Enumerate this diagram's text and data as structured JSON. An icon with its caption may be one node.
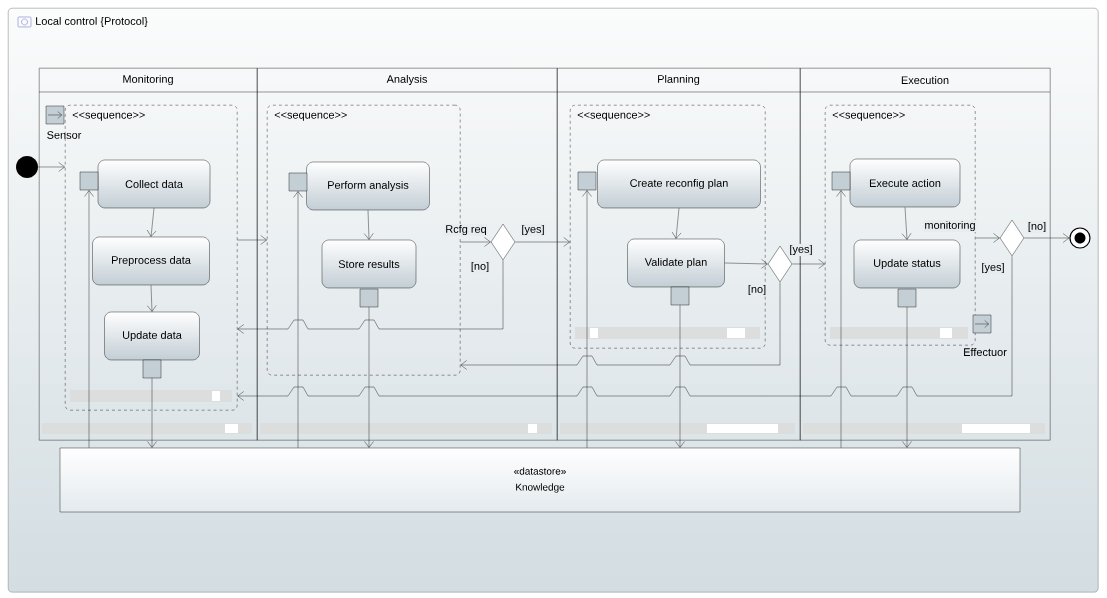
{
  "diagram": {
    "nodes": [
      {
        "text": [
          "Local control {Protocol}"
        ]
      },
      {
        "text": [
          "Monitoring"
        ],
        "in": 0
      },
      {
        "text": [
          "Analysis"
        ],
        "in": 0
      },
      {
        "text": [
          "Planning"
        ],
        "in": 0
      },
      {
        "text": [
          "Execution"
        ],
        "in": 0
      },
      {
        "text": [
          "<<sequence>>"
        ],
        "in": 1
      },
      {
        "text": [
          "Collect data"
        ],
        "in": 5
      },
      {
        "text": [
          "Preprocess data"
        ],
        "in": 5
      },
      {
        "text": [
          "Update data"
        ],
        "in": 5
      },
      {
        "text": [
          "<<sequence>>"
        ],
        "in": 2
      },
      {
        "text": [
          "Perform analysis"
        ],
        "in": 9
      },
      {
        "text": [
          "Store results"
        ],
        "in": 9
      },
      {
        "text": [
          "<<sequence>>"
        ],
        "in": 3
      },
      {
        "text": [
          "Create reconfig plan"
        ],
        "in": 12
      },
      {
        "text": [
          "Validate plan"
        ],
        "in": 12
      },
      {
        "text": [
          "<<sequence>>"
        ],
        "in": 4
      },
      {
        "text": [
          "Execute action"
        ],
        "in": 15
      },
      {
        "text": [
          "Update status"
        ],
        "in": 15
      },
      {
        "text": [],
        "shape": "circle",
        "in": 0
      },
      {
        "text": [],
        "shape": "box",
        "beside": [
          "Sensor"
        ],
        "in": 1
      },
      {
        "text": [],
        "shape": "box",
        "in": 5
      },
      {
        "text": [],
        "shape": "box",
        "in": 5
      },
      {
        "text": [],
        "shape": "box",
        "in": 9
      },
      {
        "text": [],
        "shape": "box",
        "in": 9
      },
      {
        "text": [],
        "shape": "diamond",
        "in": 2
      },
      {
        "text": [],
        "shape": "box",
        "in": 12
      },
      {
        "text": [],
        "shape": "box",
        "in": 12
      },
      {
        "text": [],
        "shape": "diamond",
        "in": 3
      },
      {
        "text": [],
        "shape": "box",
        "in": 15
      },
      {
        "text": [],
        "shape": "box",
        "in": 15
      },
      {
        "text": [],
        "shape": "diamond",
        "in": 4
      },
      {
        "text": [],
        "shape": "box",
        "beside": [
          "Effectuor"
        ],
        "in": 4
      },
      {
        "text": [],
        "shape": "circle",
        "in": 0
      },
      {
        "text": [
          "«datastore»",
          "Knowledge"
        ],
        "in": 0
      }
    ],
    "edges": [
      {
        "from": 18,
        "to": 5,
        "arrow": "to"
      },
      {
        "from": 6,
        "to": 7,
        "arrow": "to"
      },
      {
        "from": 7,
        "to": 8,
        "arrow": "to"
      },
      {
        "from": 5,
        "to": 9,
        "arrow": "to"
      },
      {
        "from": 10,
        "to": 11,
        "arrow": "to"
      },
      {
        "from": 9,
        "to": 24,
        "arrow": "to",
        "label": "Rcfg req"
      },
      {
        "from": 24,
        "to": 12,
        "arrow": "to",
        "label": "[yes]"
      },
      {
        "from": 24,
        "to": 5,
        "arrow": "to",
        "label": "[no]"
      },
      {
        "from": 13,
        "to": 14,
        "arrow": "to"
      },
      {
        "from": 14,
        "to": 27,
        "arrow": "to"
      },
      {
        "from": 27,
        "to": 15,
        "arrow": "to",
        "label": "[yes]"
      },
      {
        "from": 27,
        "to": 9,
        "arrow": "to",
        "label": "[no]"
      },
      {
        "from": 16,
        "to": 17,
        "arrow": "to"
      },
      {
        "from": 15,
        "to": 30,
        "arrow": "to",
        "label": "monitoring"
      },
      {
        "from": 30,
        "to": 32,
        "arrow": "to",
        "label": "[no]"
      },
      {
        "from": 30,
        "to": 5,
        "arrow": "to",
        "label": "[yes]"
      },
      {
        "from": 33,
        "to": 20,
        "arrow": "to"
      },
      {
        "from": 33,
        "to": 22,
        "arrow": "to"
      },
      {
        "from": 33,
        "to": 25,
        "arrow": "to"
      },
      {
        "from": 33,
        "to": 28,
        "arrow": "to"
      },
      {
        "from": 21,
        "to": 33,
        "arrow": "to"
      },
      {
        "from": 23,
        "to": 33,
        "arrow": "to"
      },
      {
        "from": 26,
        "to": 33,
        "arrow": "to"
      },
      {
        "from": 29,
        "to": 33,
        "arrow": "to"
      }
    ]
  }
}
